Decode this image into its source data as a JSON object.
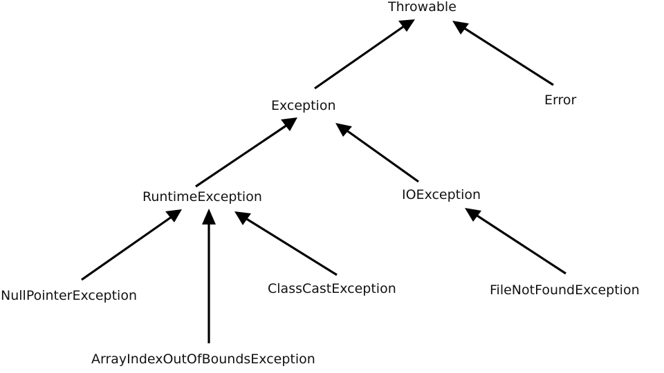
{
  "diagram": {
    "nodes": {
      "throwable": "Throwable",
      "error": "Error",
      "exception": "Exception",
      "runtime_exception": "RuntimeException",
      "io_exception": "IOException",
      "null_pointer_exception": "NullPointerException",
      "class_cast_exception": "ClassCastException",
      "array_index_out_of_bounds_exception": "ArrayIndexOutOfBoundsException",
      "file_not_found_exception": "FileNotFoundException"
    },
    "edges": [
      {
        "from": "exception",
        "to": "throwable"
      },
      {
        "from": "error",
        "to": "throwable"
      },
      {
        "from": "runtime_exception",
        "to": "exception"
      },
      {
        "from": "io_exception",
        "to": "exception"
      },
      {
        "from": "null_pointer_exception",
        "to": "runtime_exception"
      },
      {
        "from": "array_index_out_of_bounds_exception",
        "to": "runtime_exception"
      },
      {
        "from": "class_cast_exception",
        "to": "runtime_exception"
      },
      {
        "from": "file_not_found_exception",
        "to": "io_exception"
      }
    ]
  }
}
